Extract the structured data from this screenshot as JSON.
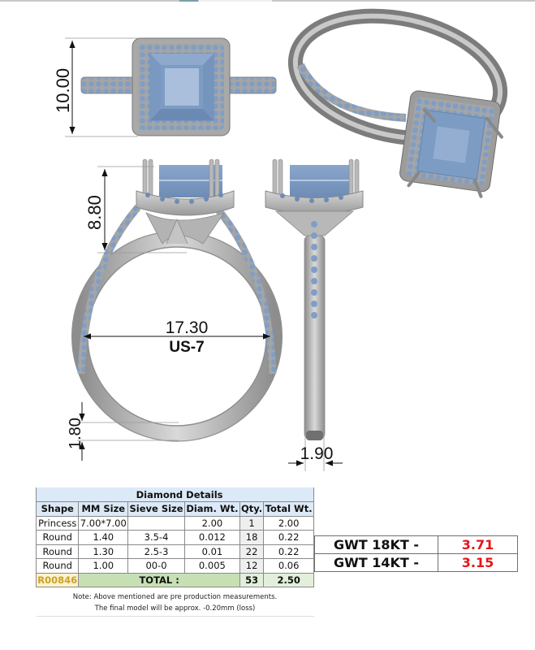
{
  "drawing": {
    "top_view": {
      "height_dim": "10.00"
    },
    "side_view": {
      "height_dim": "8.80",
      "inner_diameter": "17.30",
      "ring_size": "US-7",
      "shank_thickness": "1.80"
    },
    "profile_view": {
      "shank_width": "1.90"
    }
  },
  "colors": {
    "metal": "#b9b9b9",
    "metal_dark": "#7a7a7a",
    "gem": "#7d9cc4",
    "gem_light": "#a9bfdc",
    "header_bg": "#dce9f7",
    "total_bg": "#c6e0b4",
    "sku_bg": "#fff2cc",
    "sku_text": "#c9a227",
    "gwt_value": "#e8141b"
  },
  "diamond_table": {
    "title": "Diamond Details",
    "headers": [
      "Shape",
      "MM Size",
      "Sieve Size",
      "Diam. Wt.",
      "Qty.",
      "Total Wt."
    ],
    "rows": [
      {
        "shape": "Princess",
        "mm": "7.00*7.00",
        "sieve": "",
        "diam_wt": "2.00",
        "qty": "1",
        "total_wt": "2.00"
      },
      {
        "shape": "Round",
        "mm": "1.40",
        "sieve": "3.5-4",
        "diam_wt": "0.012",
        "qty": "18",
        "total_wt": "0.22"
      },
      {
        "shape": "Round",
        "mm": "1.30",
        "sieve": "2.5-3",
        "diam_wt": "0.01",
        "qty": "22",
        "total_wt": "0.22"
      },
      {
        "shape": "Round",
        "mm": "1.00",
        "sieve": "00-0",
        "diam_wt": "0.005",
        "qty": "12",
        "total_wt": "0.06"
      }
    ],
    "total": {
      "sku": "R00846",
      "label": "TOTAL :",
      "qty": "53",
      "total_wt": "2.50"
    },
    "note_line1": "Note: Above mentioned are pre production measurements.",
    "note_line2": "The final model will be approx. -0.20mm (loss)"
  },
  "gwt": [
    {
      "label": "GWT 18KT  -",
      "value": "3.71"
    },
    {
      "label": "GWT 14KT  -",
      "value": "3.15"
    }
  ]
}
